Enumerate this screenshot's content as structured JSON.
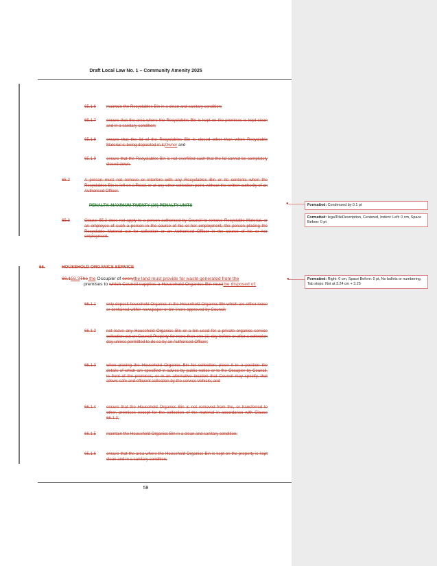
{
  "header": {
    "title": "Draft Local Law No. 1 – Community Amenity 2025"
  },
  "clauses_top": [
    {
      "num": "65.1.6",
      "text": "maintain the Recyclables Bin in a clean and sanitary condition;"
    },
    {
      "num": "65.1.7",
      "text": "ensure that the area where the Recyclables Bin is kept on the premises is kept clean and in a sanitary condition;"
    },
    {
      "num": "65.1.8",
      "text_del": "ensure that the lid of the Recyclables Bin is closed other than when Recyclable Material is being deposited in it;",
      "text_ins": "Owner",
      "text_plain": " and"
    },
    {
      "num": "65.1.9",
      "text": "ensure that the Recyclables Bin is not overfilled such that the lid cannot be completely closed down."
    }
  ],
  "clause_652": {
    "num": "65.2",
    "text": "A person must not remove or interfere with any Recyclables Bin or its contents when the Recyclables Bin is left on a Road, or at any other collection point, without the written authority of an Authorised Officer."
  },
  "penalty": {
    "text": "PENALTY: MAXIMUM TWENTY (20) PENALTY UNITS"
  },
  "clause_653": {
    "num": "65.3",
    "text": "Clause 65.2 does not apply to a person authorised by Council to remove Recyclable Material, or an employee of such a person in the course of his or her employment, the person placing the Recyclable Material out for collection or an Authorised Officer in the course of his or her employment."
  },
  "section_66": {
    "num": "66.",
    "title": "HOUSEHOLD ORGANICS SERVICE"
  },
  "clause_661": {
    "num_del": "66.1",
    "num_ins": "58.3",
    "the_del": "The",
    "the_ins": " the",
    "occupier": " Occupier of ",
    "every_del": "every",
    "ins1": "the land must provide for waste generated from the",
    "premises": "premises",
    "to": " to ",
    "del2": "which Council supplies a Household Organics Bin must",
    "ins2": ":be disposed of:"
  },
  "clauses_bottom": [
    {
      "num": "66.1.1",
      "text": "only deposit household Organics in the Household Organics Bin which are either loose or contained within newspaper or bin liners approved by Council;"
    },
    {
      "num": "66.1.2",
      "text": "not leave any Household Organics Bin or a bin used for a private organics service collection out on Council Property for more than one (1) day before or after a collection day unless permitted to do so by an Authorised Officer;"
    },
    {
      "num": "66.1.3",
      "text": "when placing the Household Organics Bin for collection, place it in a position the details of which are specified in advice by public notice or to the Occupier by Council, in front of the premises, or in an alternative location that Council may specify, that allows safe and efficient collection by the service Vehicle; and"
    },
    {
      "num": "66.1.4",
      "text": "ensure that the Household Organics Bin is not removed from the, or transferred to other, premises except for the collection of the material in accordance with Clause 66.1.3;"
    },
    {
      "num": "66.1.5",
      "text": "maintain the Household Organics Bin in a clean and sanitary condition;"
    },
    {
      "num": "66.1.6",
      "text": "ensure that the area where the Household Organics Bin is kept on the property is kept clean and in a sanitary condition;"
    }
  ],
  "comments": [
    {
      "label": "Formatted:",
      "text": " Condensed by  0.1 pt"
    },
    {
      "label": "Formatted:",
      "text": " legalTitleDescription, Centered, Indent: Left: 0 cm, Space Before:  0 pt"
    },
    {
      "label": "Formatted:",
      "text": " Right:  0 cm, Space Before:  0 pt,  No bullets or numbering, Tab stops: Not at  3.24 cm +  3.25"
    }
  ],
  "footer": {
    "page_number": "58"
  }
}
